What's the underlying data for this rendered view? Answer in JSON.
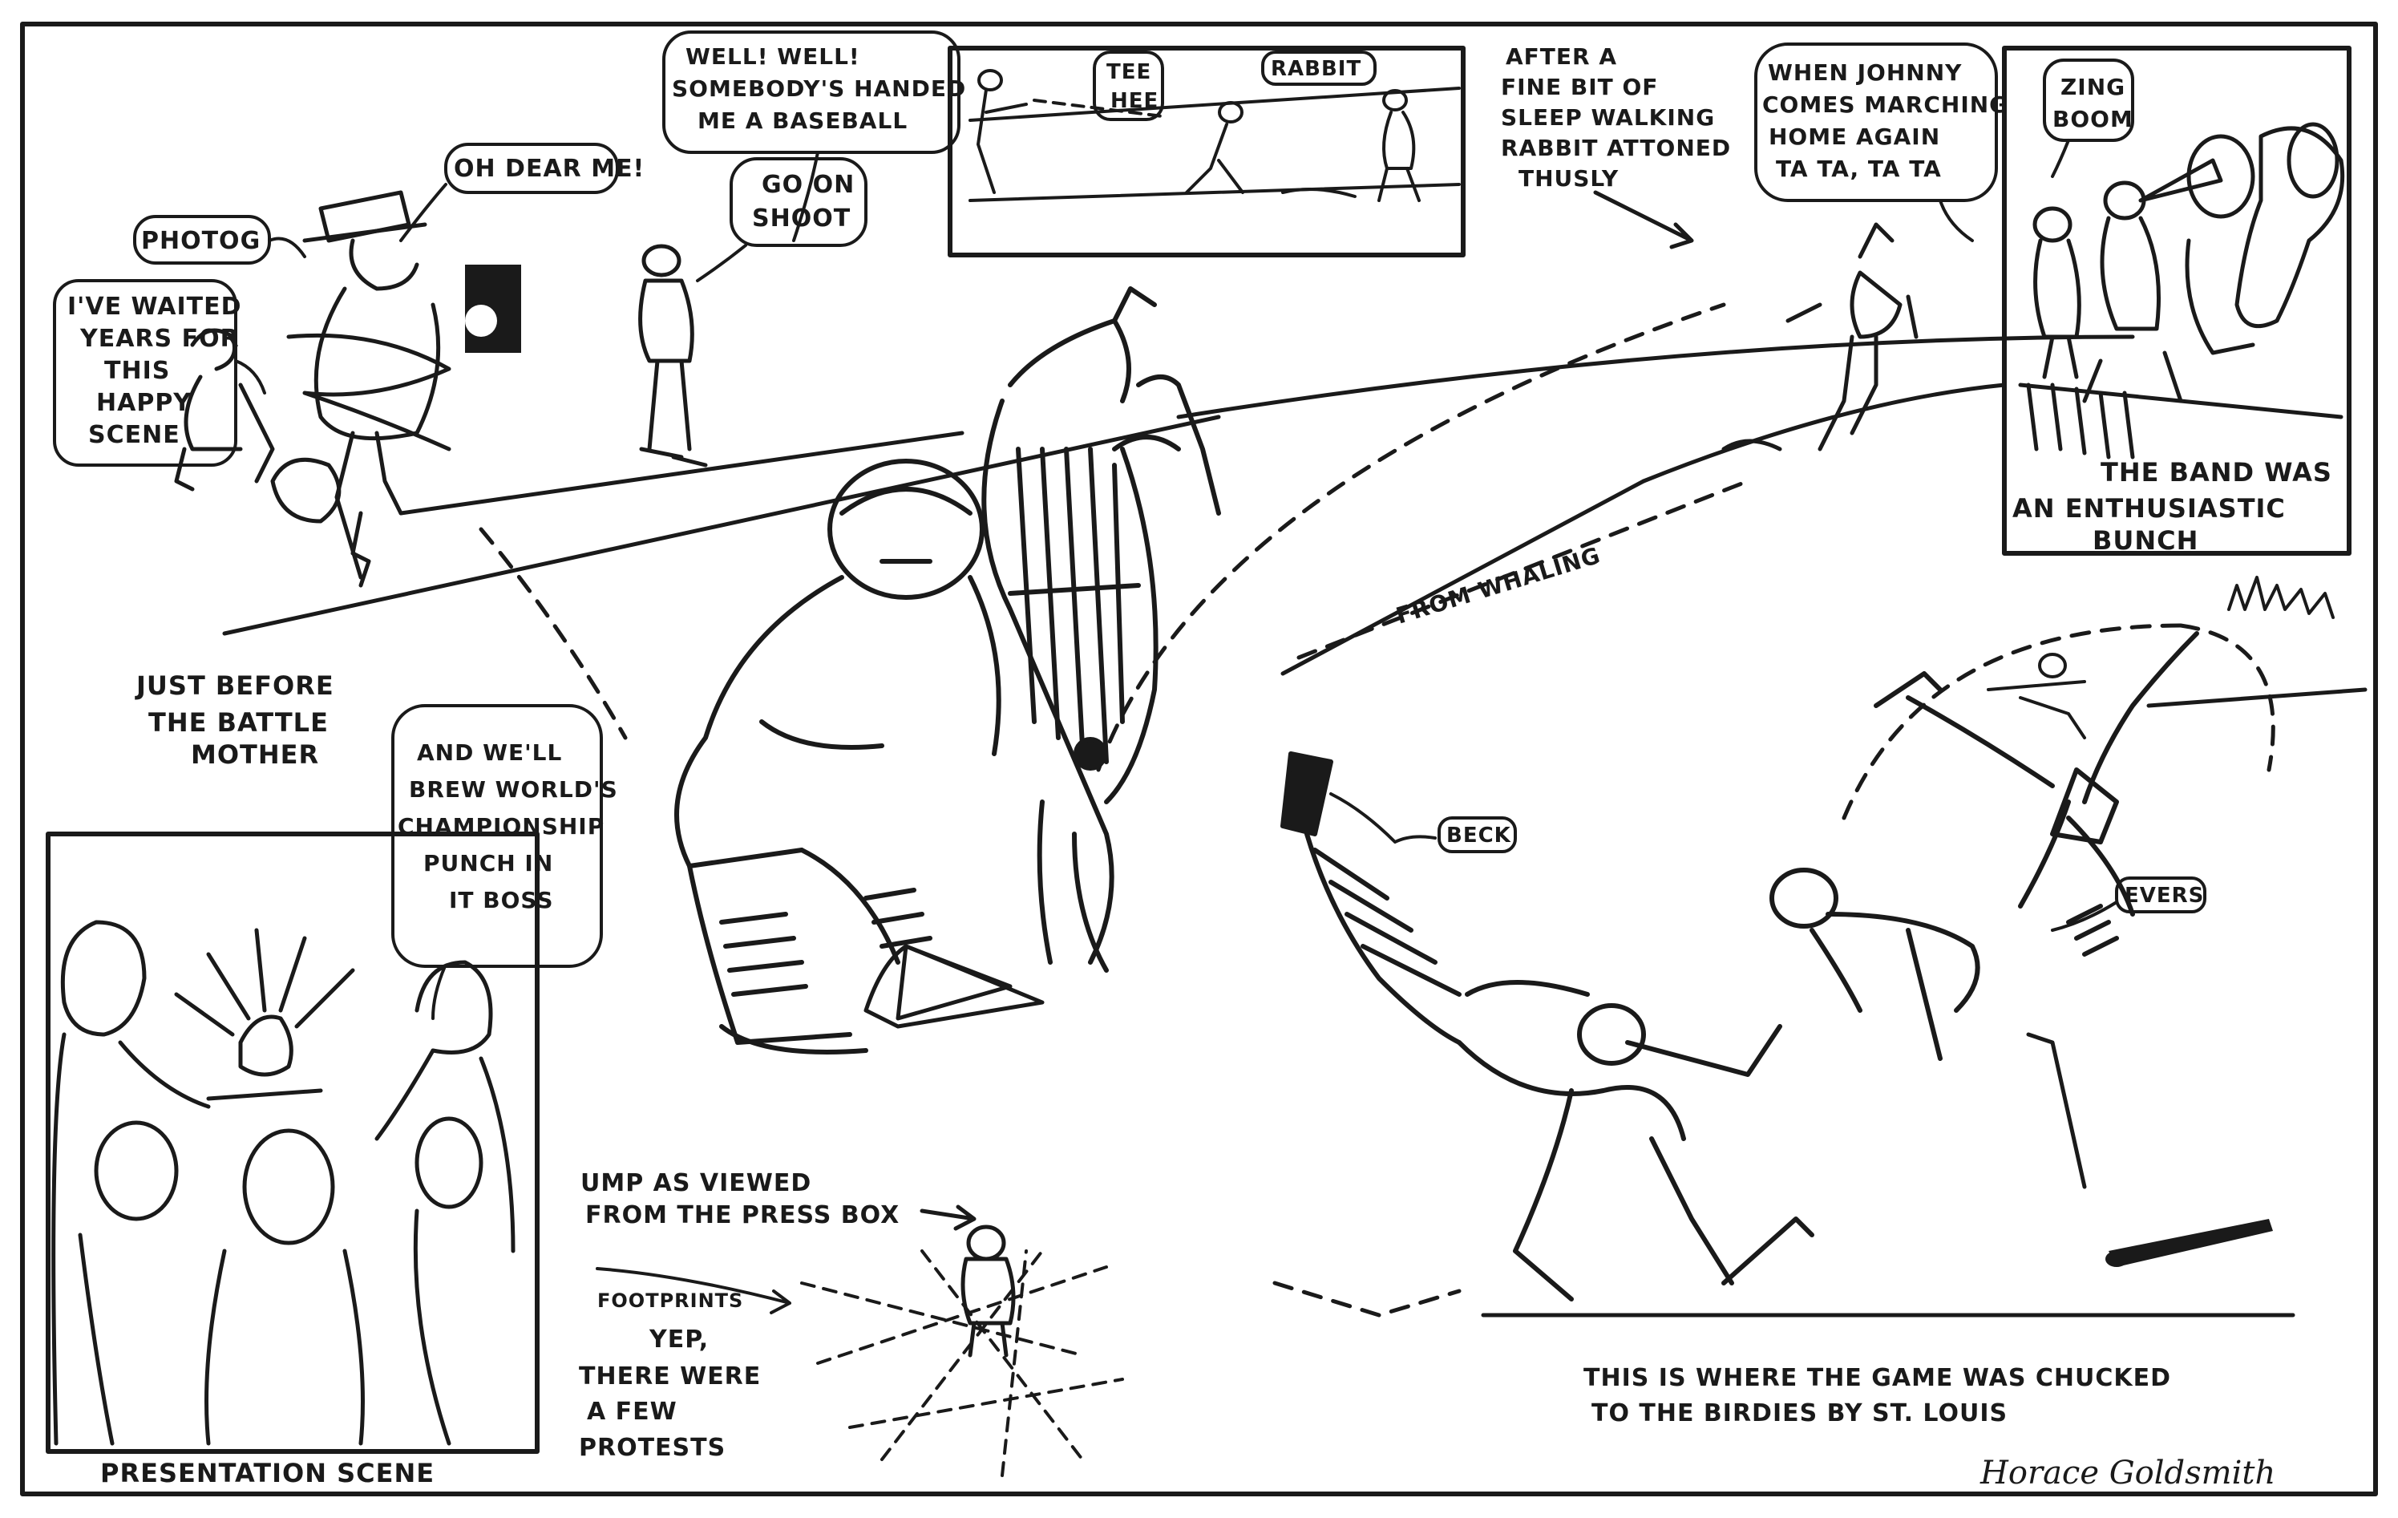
{
  "captions": {
    "photog": "PHOTOG",
    "waited": [
      "I'VE WAITED",
      "YEARS FOR",
      "THIS",
      "HAPPY",
      "SCENE"
    ],
    "oh_dear": "OH DEAR ME!",
    "well_well": [
      "WELL! WELL!",
      "SOMEBODY'S HANDED",
      "ME A BASEBALL"
    ],
    "go_on_shoot": [
      "GO ON",
      "SHOOT"
    ],
    "tee_hee": [
      "TEE",
      "HEE"
    ],
    "rabbit": "RABBIT",
    "sleep_walking": [
      "AFTER A",
      "FINE BIT OF",
      "SLEEP WALKING",
      "RABBIT ATTONED",
      "THUSLY"
    ],
    "johnny": [
      "WHEN JOHNNY",
      "COMES MARCHING",
      "HOME AGAIN",
      "TA TA, TA TA"
    ],
    "zing_boom": [
      "ZING",
      "BOOM"
    ],
    "band": [
      "THE BAND WAS",
      "AN ENTHUSIASTIC",
      "BUNCH"
    ],
    "from_whaling": "FROM WHALING",
    "just_before": [
      "JUST BEFORE",
      "THE BATTLE",
      "MOTHER"
    ],
    "brew": [
      "AND WE'LL",
      "BREW WORLD'S",
      "CHAMPIONSHIP",
      "PUNCH IN",
      "IT BOSS"
    ],
    "presentation": "PRESENTATION SCENE",
    "ump_viewed": [
      "UMP AS VIEWED",
      "FROM THE PRESS BOX"
    ],
    "footprints": "FOOTPRINTS",
    "protests": [
      "YEP,",
      "THERE WERE",
      "A FEW",
      "PROTESTS"
    ],
    "beck": "BECK",
    "evers": "EVERS",
    "chucked": [
      "THIS IS WHERE THE GAME WAS CHUCKED",
      "TO THE BIRDIES BY ST. LOUIS"
    ],
    "signature": "Horace Goldsmith"
  }
}
